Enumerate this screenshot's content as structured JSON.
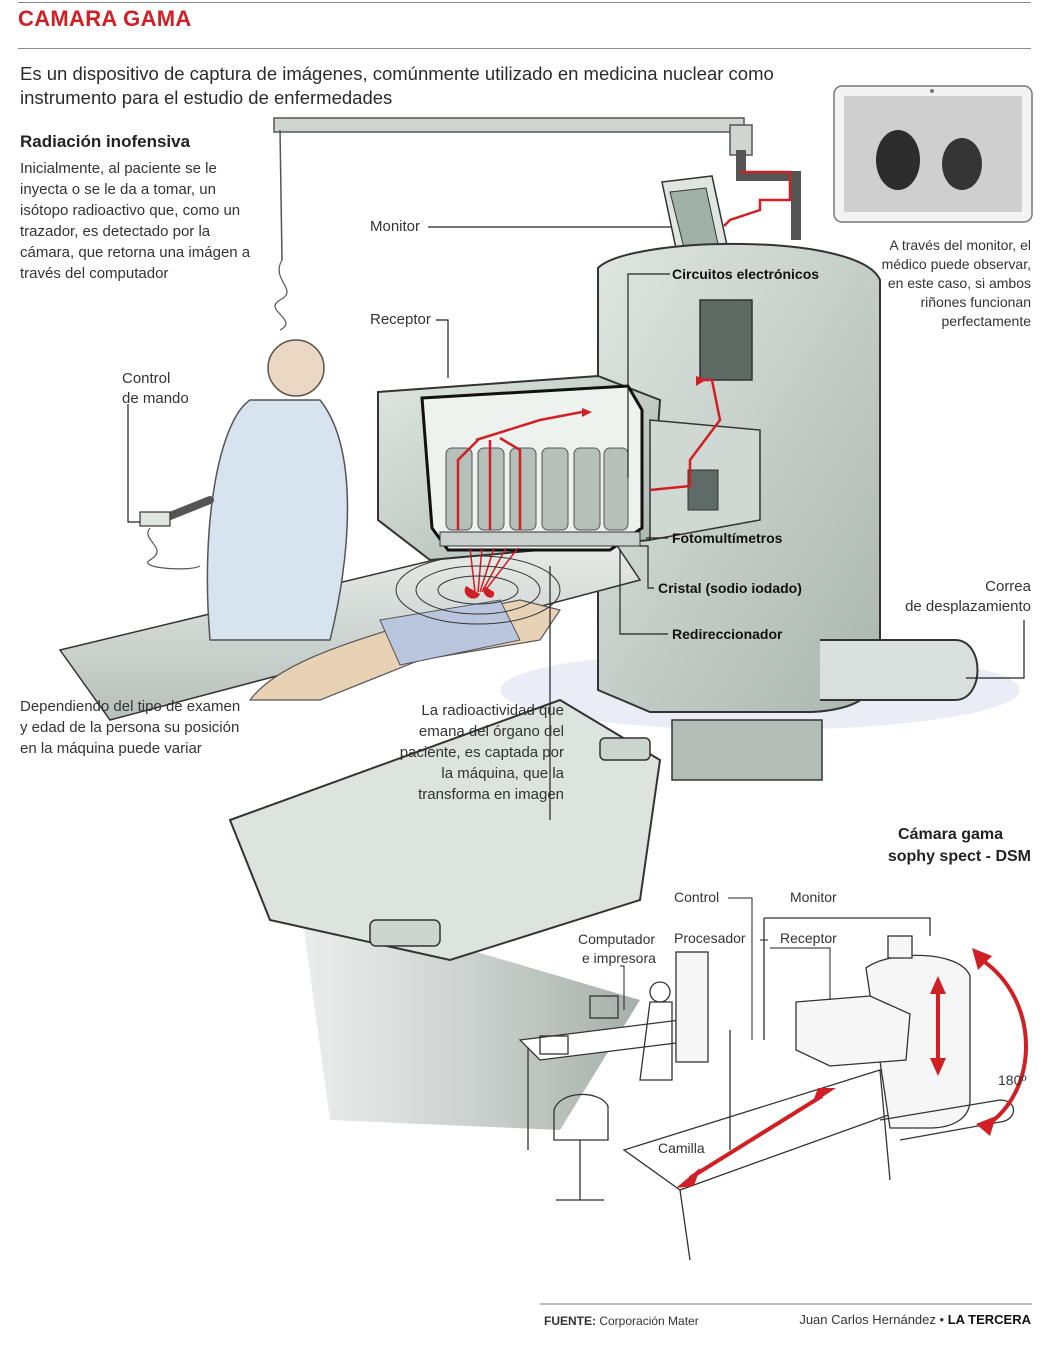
{
  "header": {
    "title": "CAMARA GAMA",
    "intro": "Es un dispositivo de captura de imágenes, comúnmente utilizado en medicina nuclear como instrumento para el estudio de enfermedades"
  },
  "section": {
    "title": "Radiación inofensiva",
    "body": "Inicialmente, al paciente se le inyecta o se le da a tomar, un isótopo radioactivo que, como un trazador, es detectado por la cámara, que retorna una imágen a través del computador"
  },
  "labels": {
    "monitor": "Monitor",
    "receptor": "Receptor",
    "control_line1": "Control",
    "control_line2": "de mando",
    "circuitos": "Circuitos electrónicos",
    "fotomultimetros": "Fotomultímetros",
    "cristal": "Cristal (sodio iodado)",
    "redireccionador": "Redireccionador",
    "correa_line1": "Correa",
    "correa_line2": "de desplazamiento",
    "monitor_note": "A través del monitor, el médico puede observar, en este caso, si ambos riñones funcionan perfectamente",
    "position_note": "Dependiendo del tipo de examen y edad de la persona su posición en la máquina puede variar",
    "radio_note": "La radioactividad que emana del órgano del paciente, es captada por la máquina, que la transforma en imagen"
  },
  "inset": {
    "title_line1": "Cámara gama",
    "title_line2": "sophy spect - DSM",
    "control": "Control",
    "monitor": "Monitor",
    "computador_line1": "Computador",
    "computador_line2": "e impresora",
    "procesador": "Procesador",
    "receptor": "Receptor",
    "camilla": "Camilla",
    "rotation": "180º"
  },
  "footer": {
    "source_label": "FUENTE:",
    "source_value": "Corporación Mater",
    "author": "Juan Carlos Hernández",
    "separator": "•",
    "publication": "LA TERCERA"
  },
  "colors": {
    "accent_red": "#d01f25",
    "machine_gray": "#c9d2cc",
    "line_dark": "#222222"
  },
  "icons": {
    "kidney_scan": "kidney-scan-monitor-icon"
  }
}
